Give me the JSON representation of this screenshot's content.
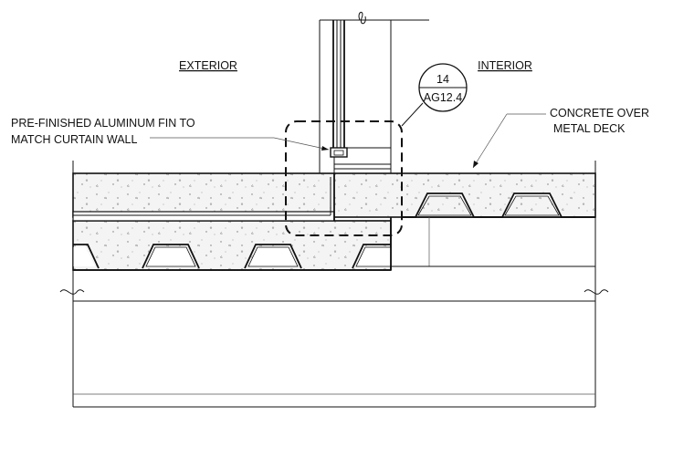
{
  "labels": {
    "exterior": "EXTERIOR",
    "interior": "INTERIOR",
    "fin_note_line1": "PRE-FINISHED ALUMINUM FIN TO",
    "fin_note_line2": "MATCH CURTAIN WALL",
    "concrete_note_line1": "CONCRETE OVER",
    "concrete_note_line2": "METAL DECK"
  },
  "detail_callout": {
    "number": "14",
    "sheet": "AG12.4"
  }
}
